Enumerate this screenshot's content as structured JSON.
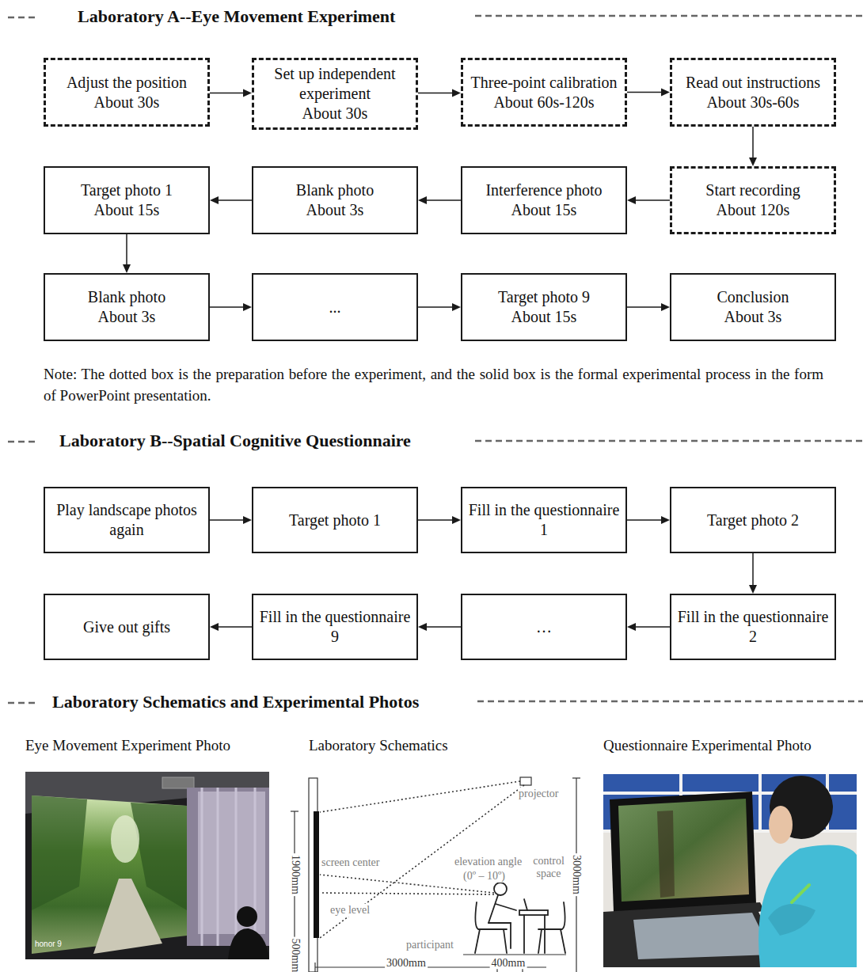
{
  "diagram": {
    "nodes": [
      {
        "text": [
          "Adjust the position",
          "About 30s"
        ]
      },
      {
        "text": [
          "Set up independent experiment",
          "About 30s"
        ]
      },
      {
        "text": [
          "Three-point calibration",
          "About 60s-120s"
        ]
      },
      {
        "text": [
          "Read out instructions",
          "About 30s-60s"
        ]
      },
      {
        "text": [
          "Start recording",
          "About 120s"
        ]
      },
      {
        "text": [
          "Interference photo",
          "About 15s"
        ]
      },
      {
        "text": [
          "Blank photo",
          "About 3s"
        ]
      },
      {
        "text": [
          "Target photo 1",
          "About 15s"
        ]
      },
      {
        "text": [
          "Blank photo",
          "About 3s"
        ]
      },
      {
        "text": [
          "..."
        ]
      },
      {
        "text": [
          "Target photo 9",
          "About 15s"
        ]
      },
      {
        "text": [
          "Conclusion",
          "About 3s"
        ]
      },
      {
        "text": [
          "Play landscape photos again"
        ]
      },
      {
        "text": [
          "Target photo 1"
        ]
      },
      {
        "text": [
          "Fill in the questionnaire 1"
        ]
      },
      {
        "text": [
          "Target photo 2"
        ]
      },
      {
        "text": [
          "Fill in the questionnaire 2"
        ]
      },
      {
        "text": [
          "…"
        ]
      },
      {
        "text": [
          "Fill in the questionnaire 9"
        ]
      },
      {
        "text": [
          "Give out gifts"
        ]
      }
    ],
    "edges": [
      {
        "from": 0,
        "to": 1,
        "arrow": "to"
      },
      {
        "from": 1,
        "to": 2,
        "arrow": "to"
      },
      {
        "from": 2,
        "to": 3,
        "arrow": "to"
      },
      {
        "from": 3,
        "to": 4,
        "arrow": "to"
      },
      {
        "from": 4,
        "to": 5,
        "arrow": "to"
      },
      {
        "from": 5,
        "to": 6,
        "arrow": "to"
      },
      {
        "from": 6,
        "to": 7,
        "arrow": "to"
      },
      {
        "from": 7,
        "to": 8,
        "arrow": "to"
      },
      {
        "from": 8,
        "to": 9,
        "arrow": "to"
      },
      {
        "from": 9,
        "to": 10,
        "arrow": "to"
      },
      {
        "from": 10,
        "to": 11,
        "arrow": "to"
      },
      {
        "from": 12,
        "to": 13,
        "arrow": "to"
      },
      {
        "from": 13,
        "to": 14,
        "arrow": "to"
      },
      {
        "from": 14,
        "to": 15,
        "arrow": "to"
      },
      {
        "from": 15,
        "to": 16,
        "arrow": "to"
      },
      {
        "from": 16,
        "to": 17,
        "arrow": "to"
      },
      {
        "from": 17,
        "to": 18,
        "arrow": "to"
      },
      {
        "from": 18,
        "to": 19,
        "arrow": "to"
      }
    ],
    "labels": [
      "Laboratory A--Eye Movement Experiment",
      "Note: The dotted box is the preparation before the experiment, and the solid box is the formal experimental process in the form of PowerPoint presentation.",
      "Laboratory B--Spatial Cognitive Questionnaire",
      "Laboratory Schematics and Experimental Photos",
      "Eye Movement Experiment Photo",
      "Laboratory Schematics",
      "Questionnaire Experimental Photo",
      "honor 9",
      "projector",
      "screen center",
      "elevation angle",
      "(0º – 10º)",
      "control space",
      "eye level",
      "participant",
      "1900mm",
      "500mm",
      "3000mm",
      "3000mm",
      "400mm"
    ]
  }
}
